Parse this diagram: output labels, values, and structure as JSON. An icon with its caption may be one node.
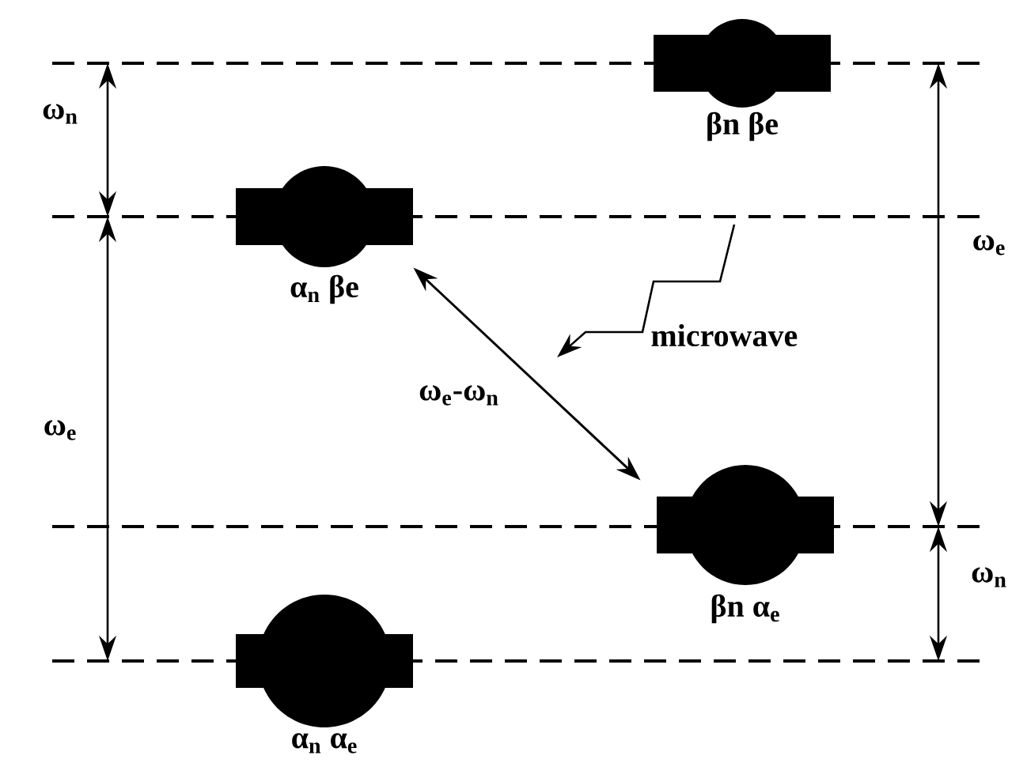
{
  "diagram": {
    "nodes": [
      {
        "text": [
          "βn βe"
        ]
      },
      {
        "text": [
          "α$_{n}$ βe"
        ]
      },
      {
        "text": [
          "βn α$_{e}$"
        ]
      },
      {
        "text": [
          "α$_{n}$ α$_{e}$"
        ]
      }
    ],
    "edges": [
      {
        "from": 1,
        "to": 2,
        "arrow": "both",
        "label": "ω$_{e}$-ω$_{n}$"
      }
    ],
    "labels": [
      "ω$_{n}$",
      "ω$_{e}$",
      "microwave",
      "ω$_{e}$",
      "ω$_{n}$"
    ]
  }
}
